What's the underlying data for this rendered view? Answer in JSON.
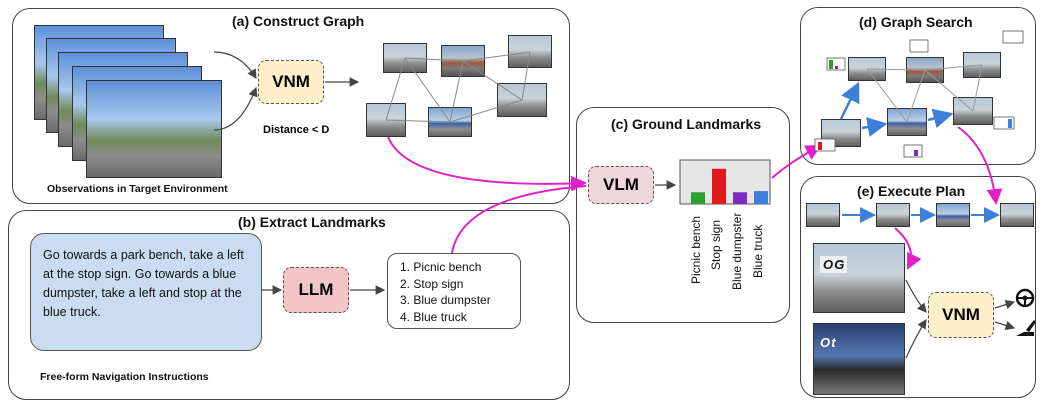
{
  "panels": {
    "construct": {
      "title": "(a)  Construct Graph",
      "caption": "Observations in Target Environment",
      "module": "VNM",
      "distance_label": "Distance < D"
    },
    "extract": {
      "title": "(b) Extract Landmarks",
      "caption": "Free-form Navigation Instructions",
      "module": "LLM",
      "instruction": "Go towards a park bench, take a left at the stop sign. Go towards a blue dumpster, take a left and stop at the blue truck.",
      "landmarks": [
        "1. Picnic bench",
        "2. Stop sign",
        "3. Blue dumpster",
        "4. Blue truck"
      ]
    },
    "ground": {
      "title": "(c) Ground Landmarks",
      "module": "VLM"
    },
    "search": {
      "title": "(d) Graph Search"
    },
    "execute": {
      "title": "(e) Execute Plan",
      "module": "VNM",
      "obs_label_g": "O G",
      "obs_label_t": "O t"
    }
  },
  "chart_data": {
    "type": "bar",
    "categories": [
      "Picnic bench",
      "Stop sign",
      "Blue dumpster",
      "Blue truck"
    ],
    "values": [
      0.2,
      0.6,
      0.2,
      0.22
    ],
    "colors": [
      "#2ca02c",
      "#e31a1c",
      "#7b2cbf",
      "#3d7fd9"
    ],
    "ylim": [
      0,
      0.75
    ]
  },
  "colors": {
    "vnm_fill": "#fdefc9",
    "llm_fill": "#f2c6c6",
    "vlm_fill": "#efd6dc",
    "magenta_arrow": "#e020c8",
    "blue_arrow": "#3d7fd9",
    "bubble_fill": "#c9dcf2"
  },
  "icons": [
    "steering-wheel-icon",
    "pedal-icon"
  ]
}
